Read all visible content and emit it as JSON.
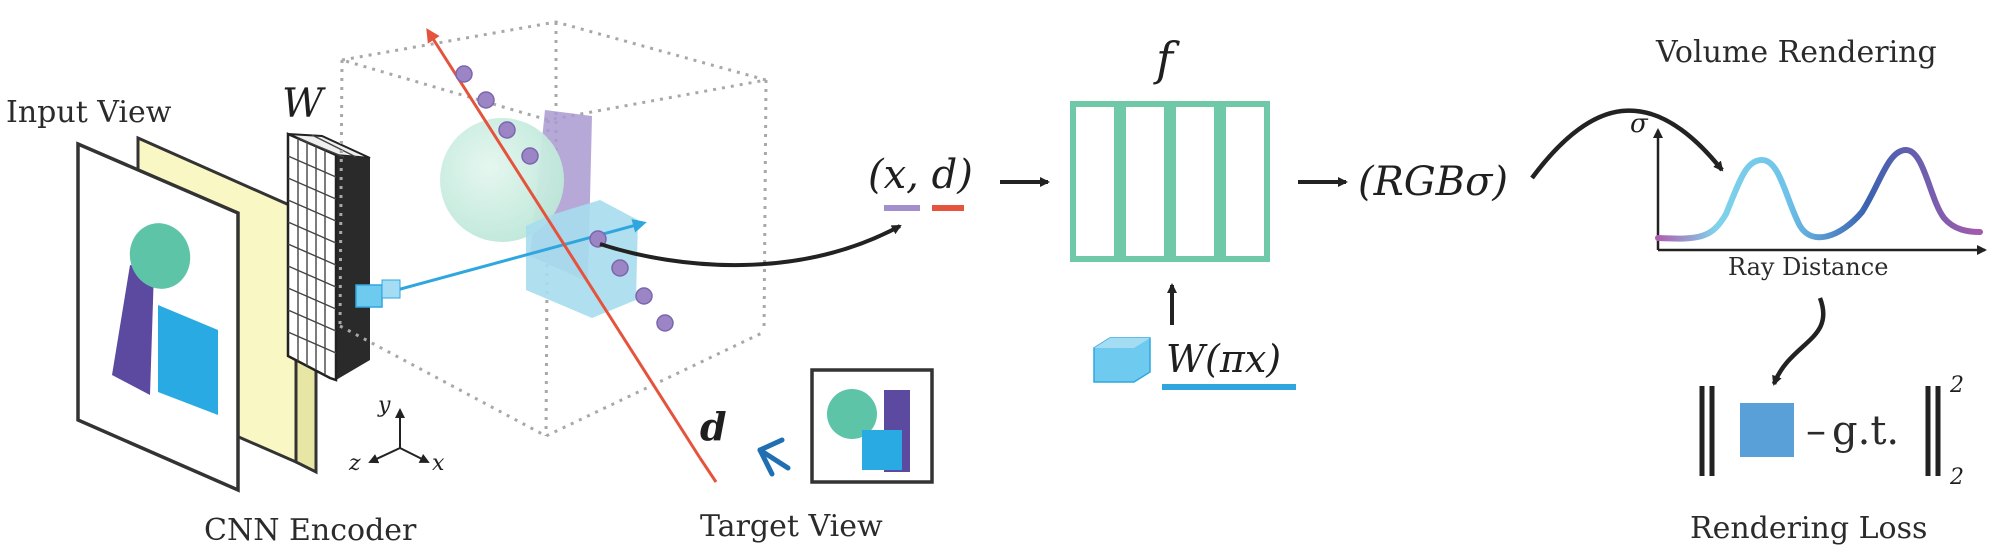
{
  "labels": {
    "input_view": "Input View",
    "cnn_encoder": "CNN Encoder",
    "feature_volume": "W",
    "target_view": "Target View",
    "ray_dir": "d",
    "volume_rendering": "Volume Rendering",
    "ray_distance": "Ray Distance",
    "rendering_loss": "Rendering Loss"
  },
  "axes_gizmo": {
    "y": "y",
    "z": "z",
    "x": "x"
  },
  "mlp": {
    "name": "f",
    "input": "(x, d)",
    "output": "(RGBσ)",
    "feature": "W(πx)"
  },
  "density_plot": {
    "y_label": "σ"
  },
  "loss": {
    "gt": "g.t.",
    "minus": "–",
    "sub": "2",
    "sup": "2"
  },
  "colors": {
    "mlp_green": "#6fc9a8",
    "ray_red": "#e5533d",
    "sample_purple": "#9b85c4",
    "proj_blue": "#2fa7de",
    "yellow_plane": "#f9f7c4",
    "dark_purple": "#5b4aa0",
    "bright_blue": "#29aae2",
    "teal": "#5ec4a8",
    "loss_blue": "#5aa0d8"
  }
}
